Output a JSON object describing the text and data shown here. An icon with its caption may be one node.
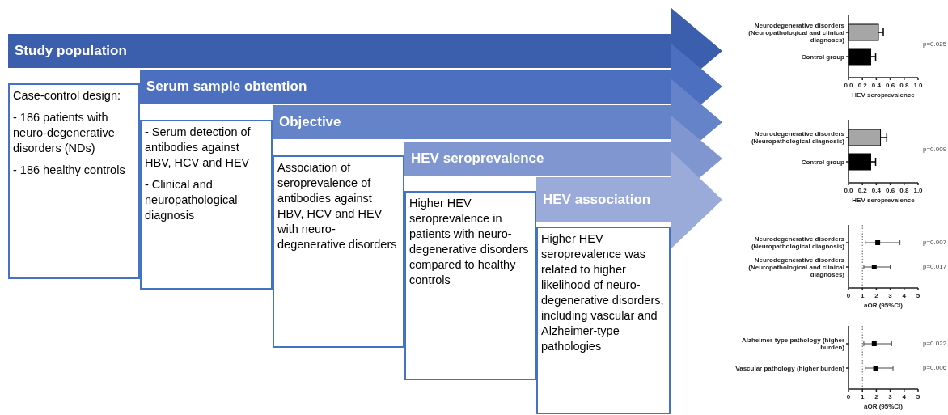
{
  "diagram": {
    "nodes": [
      {
        "text": [
          "Study population"
        ]
      },
      {
        "text": [
          "Case-control design:",
          "- 186 patients with neuro-degenerative disorders (NDs)",
          "- 186 healthy controls"
        ]
      },
      {
        "text": [
          "Serum sample obtention"
        ]
      },
      {
        "text": [
          "- Serum detection of antibodies against HBV, HCV and HEV",
          "- Clinical and neuropathological diagnosis"
        ]
      },
      {
        "text": [
          "Objective"
        ]
      },
      {
        "text": [
          "Association of seroprevalence of antibodies against HBV, HCV and HEV with neuro-degenerative disorders"
        ]
      },
      {
        "text": [
          "HEV seroprevalence"
        ]
      },
      {
        "text": [
          "Higher HEV seroprevalence in patients with neuro-degenerative disorders compared to healthy controls"
        ]
      },
      {
        "text": [
          "HEV association"
        ]
      },
      {
        "text": [
          "Higher HEV seroprevalence was related to higher likelihood of neuro-degenerative disorders, including vascular and Alzheimer-type pathologies"
        ]
      }
    ],
    "chart_data": [
      {
        "type": "bar",
        "orientation": "horizontal",
        "categories": [
          "Neurodegenerative disorders (Neuropathological and clinical diagnoses)",
          "Control group"
        ],
        "values": [
          0.43,
          0.32
        ],
        "errors": [
          0.07,
          0.07
        ],
        "xlabel": "HEV seroprevalence",
        "xlim": [
          0,
          1
        ],
        "xticks": [
          {
            "value": 0,
            "label": "0.0"
          },
          {
            "value": 0.2,
            "label": "0.2"
          },
          {
            "value": 0.4,
            "label": "0.4"
          },
          {
            "value": 0.6,
            "label": "0.6"
          },
          {
            "value": 0.8,
            "label": "0.8"
          },
          {
            "value": 1,
            "label": "1.0"
          }
        ],
        "annotations": [
          "p=0.025"
        ]
      },
      {
        "type": "bar",
        "orientation": "horizontal",
        "categories": [
          "Neurodegenerative disorders (Neuropathological diagnosis)",
          "Control group"
        ],
        "values": [
          0.46,
          0.32
        ],
        "errors": [
          0.09,
          0.07
        ],
        "xlabel": "HEV seroprevalence",
        "xlim": [
          0,
          1
        ],
        "xticks": [
          {
            "value": 0,
            "label": "0.0"
          },
          {
            "value": 0.2,
            "label": "0.2"
          },
          {
            "value": 0.4,
            "label": "0.4"
          },
          {
            "value": 0.6,
            "label": "0.6"
          },
          {
            "value": 0.8,
            "label": "0.8"
          },
          {
            "value": 1,
            "label": "1.0"
          }
        ],
        "annotations": [
          "p=0.009"
        ]
      },
      {
        "type": "scatter",
        "orientation": "horizontal",
        "categories": [
          "Neurodegenerative disorders (Neuropathological diagnosis)",
          "Neurodegenerative disorders (Neuropathological and clinical diagnoses)"
        ],
        "values": [
          2.1,
          1.85
        ],
        "errors": [
          [
            1.2,
            3.7
          ],
          [
            1.1,
            3.0
          ]
        ],
        "xlabel": "aOR (95%CI)",
        "xlim": [
          0,
          5
        ],
        "xticks": [
          {
            "value": 0,
            "label": "0"
          },
          {
            "value": 1,
            "label": "1"
          },
          {
            "value": 2,
            "label": "2"
          },
          {
            "value": 3,
            "label": "3"
          },
          {
            "value": 4,
            "label": "4"
          },
          {
            "value": 5,
            "label": "5"
          }
        ],
        "annotations": [
          "p=0.007",
          "p=0.017"
        ]
      },
      {
        "type": "scatter",
        "orientation": "horizontal",
        "categories": [
          "Alzheimer-type pathology (higher burden)",
          "Vascular pathology (higher burden)"
        ],
        "values": [
          1.85,
          1.95
        ],
        "errors": [
          [
            1.1,
            3.1
          ],
          [
            1.2,
            3.2
          ]
        ],
        "xlabel": "aOR (95%CI)",
        "xlim": [
          0,
          5
        ],
        "xticks": [
          {
            "value": 0,
            "label": "0"
          },
          {
            "value": 1,
            "label": "1"
          },
          {
            "value": 2,
            "label": "2"
          },
          {
            "value": 3,
            "label": "3"
          },
          {
            "value": 4,
            "label": "4"
          },
          {
            "value": 5,
            "label": "5"
          }
        ],
        "annotations": [
          "p=0.022",
          "p=0.006"
        ]
      }
    ]
  }
}
